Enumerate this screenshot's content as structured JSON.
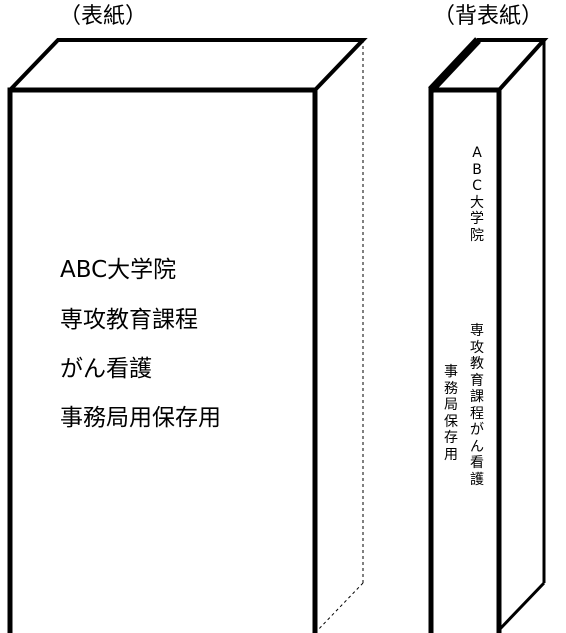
{
  "captions": {
    "front": "（表紙）",
    "spine": "（背表紙）"
  },
  "front_cover": {
    "lines": [
      "ABC大学院",
      "専攻教育課程",
      "がん看護",
      "事務局用保存用"
    ]
  },
  "spine": {
    "col1": "ABC大学院",
    "col2": "専攻教育課程がん看護",
    "col3": "事務局保存用"
  }
}
